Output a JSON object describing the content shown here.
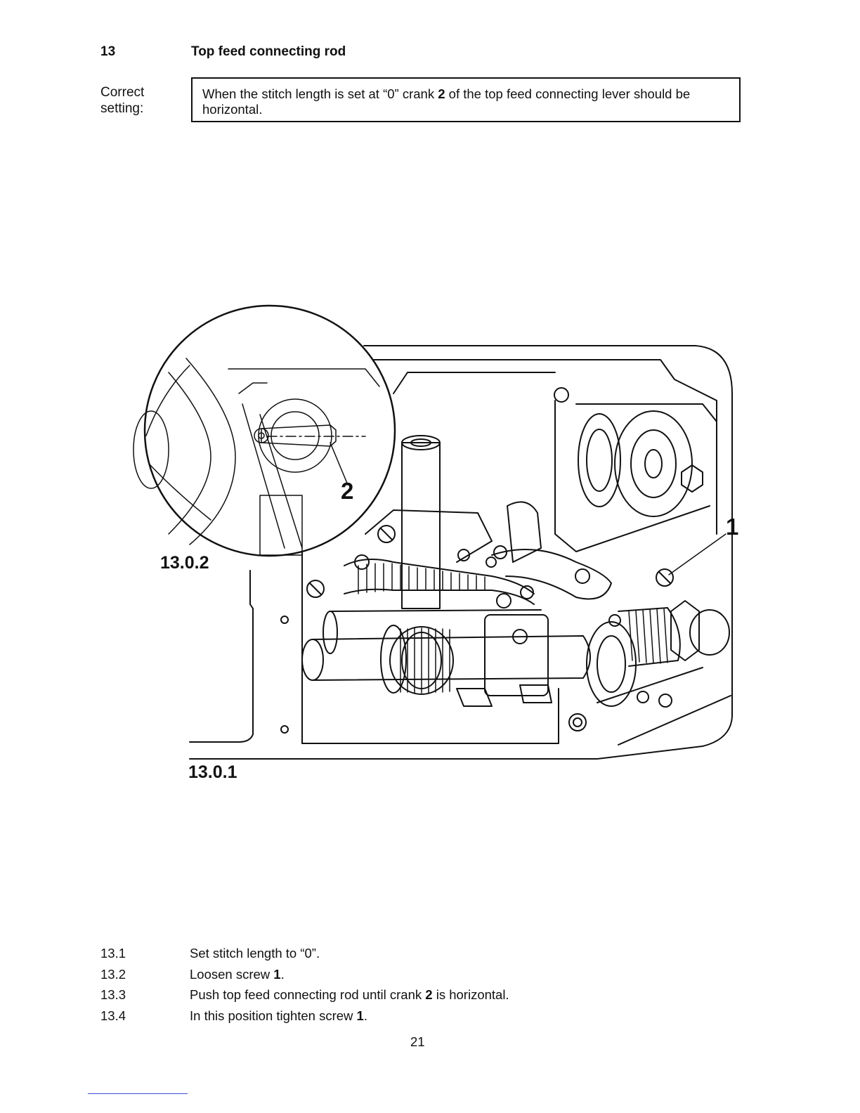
{
  "section": {
    "number": "13",
    "title": "Top feed connecting rod"
  },
  "setting": {
    "label_line1": "Correct",
    "label_line2": "setting:",
    "text_before": "When the stitch length is set at “0” crank ",
    "text_bold": "2",
    "text_after": " of the top feed connecting lever should be horizontal."
  },
  "figure": {
    "detail_label": "13.0.2",
    "main_label": "13.0.1",
    "callout_screw": "1",
    "callout_crank": "2"
  },
  "steps": [
    {
      "num": "13.1",
      "before": "Set stitch length to “0”.",
      "bold": "",
      "after": ""
    },
    {
      "num": "13.2",
      "before": "Loosen screw ",
      "bold": "1",
      "after": "."
    },
    {
      "num": "13.3",
      "before": "Push top feed connecting rod until crank ",
      "bold": "2",
      "after": " is horizontal."
    },
    {
      "num": "13.4",
      "before": "In this position tighten screw ",
      "bold": "1",
      "after": "."
    }
  ],
  "page_number": "21",
  "colors": {
    "ink": "#111111",
    "paper": "#ffffff",
    "footer_rule": "#3b4fd8"
  }
}
